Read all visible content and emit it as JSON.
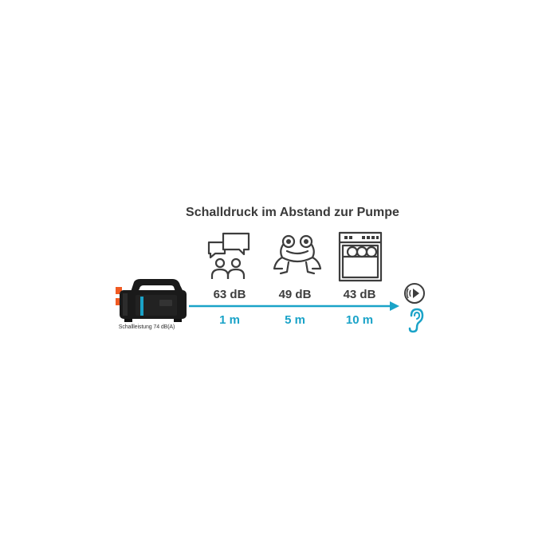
{
  "title": "Schalldruck im Abstand zur Pumpe",
  "pump": {
    "caption": "Schallleistung 74 dB(A)"
  },
  "levels": [
    {
      "icon": "speech-bubbles-people-icon",
      "db": "63 dB",
      "distance": "1 m"
    },
    {
      "icon": "frog-icon",
      "db": "49 dB",
      "distance": "5 m"
    },
    {
      "icon": "dishwasher-icon",
      "db": "43 dB",
      "distance": "10 m"
    }
  ],
  "colors": {
    "accent": "#1aa3c8",
    "text": "#3d3d3d",
    "pump_body": "#1a1a1a",
    "pump_highlight": "#f05a22"
  },
  "icons": {
    "speaker": "speaker-icon",
    "ear": "ear-icon",
    "arrow": "arrow-right-icon"
  }
}
